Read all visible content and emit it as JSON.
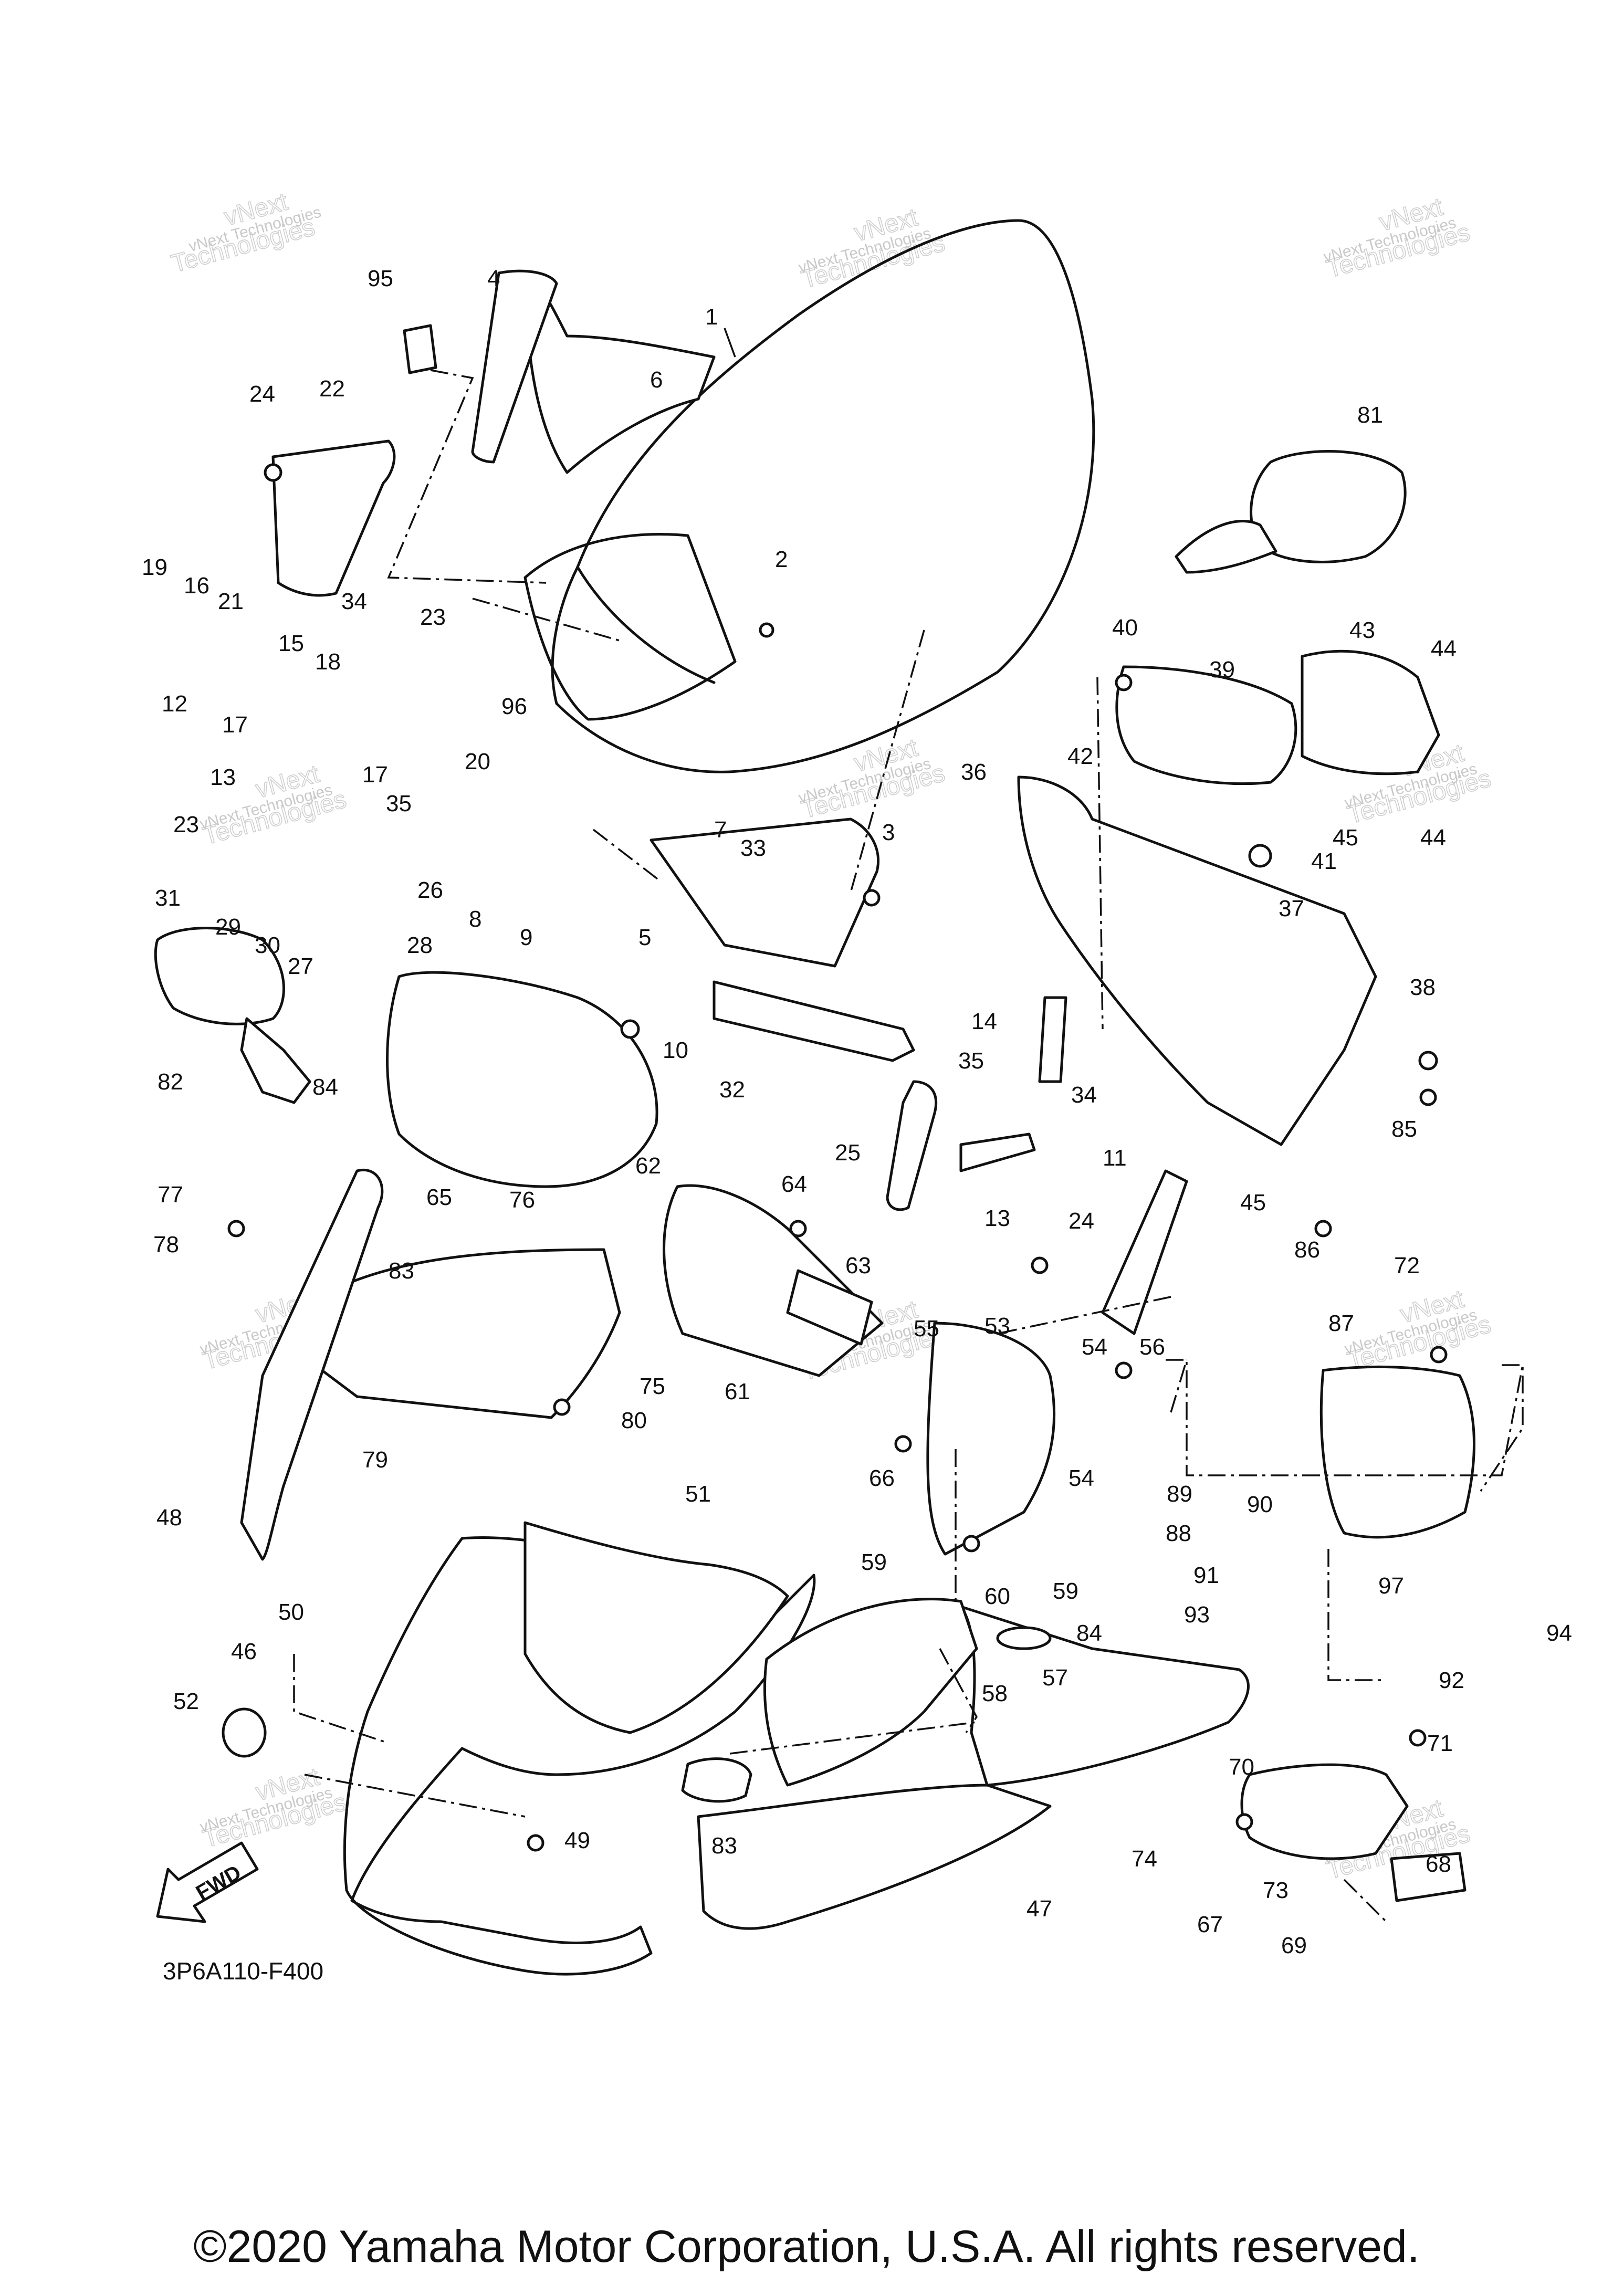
{
  "diagram": {
    "code": "3P6A110-F400",
    "fwd_label": "FWD",
    "watermark": {
      "line1": "vNext Technologies",
      "line2": "vNext",
      "line3": "Technologies"
    },
    "callouts": [
      "1",
      "2",
      "3",
      "4",
      "5",
      "6",
      "7",
      "8",
      "9",
      "10",
      "11",
      "12",
      "13",
      "13",
      "14",
      "15",
      "16",
      "17",
      "17",
      "18",
      "19",
      "20",
      "21",
      "22",
      "23",
      "23",
      "24",
      "24",
      "25",
      "26",
      "27",
      "28",
      "29",
      "30",
      "31",
      "32",
      "33",
      "34",
      "34",
      "35",
      "35",
      "36",
      "37",
      "38",
      "39",
      "40",
      "41",
      "42",
      "43",
      "44",
      "44",
      "45",
      "45",
      "46",
      "47",
      "48",
      "49",
      "50",
      "51",
      "52",
      "53",
      "54",
      "54",
      "55",
      "56",
      "57",
      "58",
      "59",
      "59",
      "60",
      "61",
      "62",
      "63",
      "64",
      "65",
      "66",
      "67",
      "68",
      "69",
      "70",
      "71",
      "72",
      "73",
      "74",
      "75",
      "76",
      "77",
      "78",
      "79",
      "80",
      "81",
      "82",
      "83",
      "83",
      "84",
      "84",
      "85",
      "86",
      "87",
      "88",
      "89",
      "90",
      "91",
      "92",
      "93",
      "94",
      "95",
      "96",
      "97"
    ]
  },
  "footer": {
    "copyright": "©2020 Yamaha Motor Corporation, U.S.A. All rights reserved."
  }
}
